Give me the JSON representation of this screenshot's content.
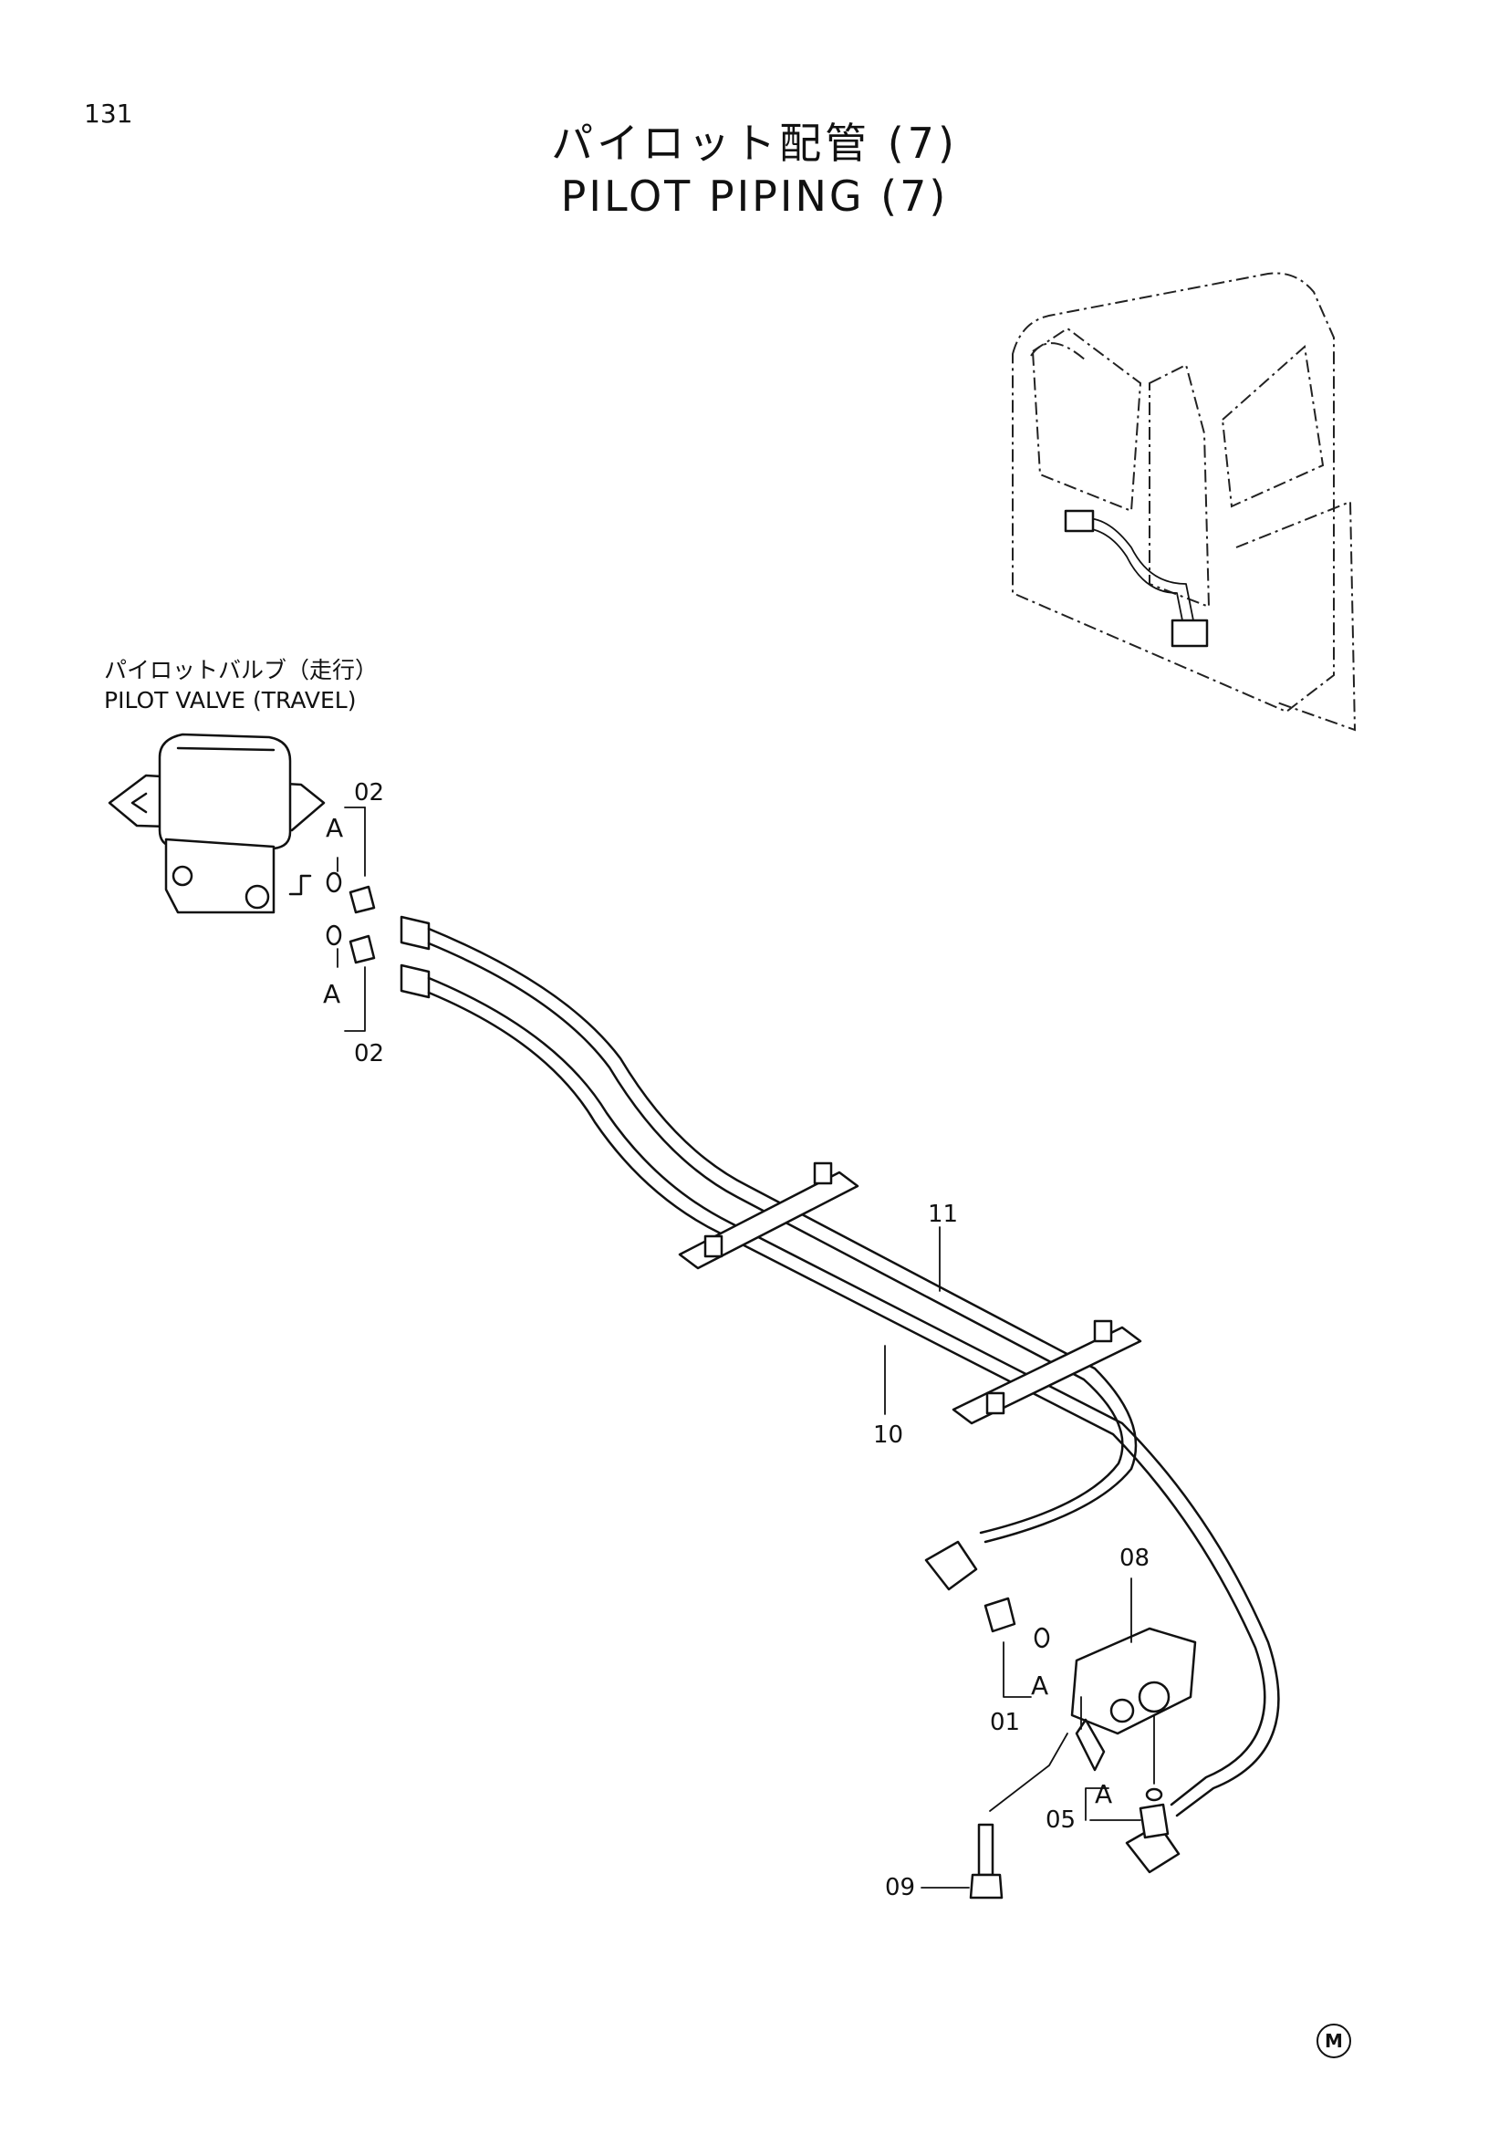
{
  "page_number": "131",
  "title": {
    "japanese": "パイロット配管 (7)",
    "english": "PILOT PIPING (7)"
  },
  "component_label": {
    "japanese": "パイロットバルブ（走行）",
    "english": "PILOT VALVE (TRAVEL)"
  },
  "callouts": {
    "upper_02": "02",
    "lower_02": "02",
    "hose_11": "11",
    "hose_10": "10",
    "block_08": "08",
    "fitting_01": "01",
    "fitting_05": "05",
    "bolt_09": "09"
  },
  "detail_letter": "A",
  "mark": "M"
}
